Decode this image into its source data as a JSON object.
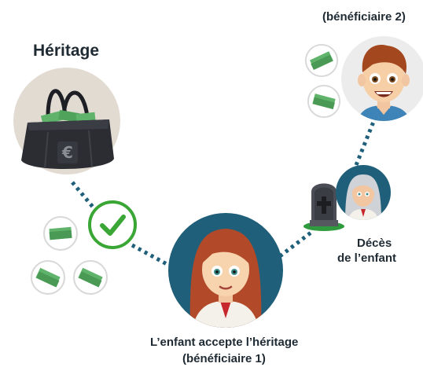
{
  "labels": {
    "heritage": "Héritage",
    "beneficiaire2": "(bénéficiaire 2)",
    "deces_line1": "Décès",
    "deces_line2": "de l’enfant",
    "accepte_line1": "L’enfant accepte l’héritage",
    "accepte_line2": "(bénéficiaire 1)"
  },
  "colors": {
    "dots": "#1f5f7a",
    "check": "#3aa635",
    "money": "#5fb36a",
    "bag": "#2b2d33",
    "child_bg": "#1f5f7a"
  },
  "icons": {
    "bag": "money-bag-euro-icon",
    "check": "check-icon",
    "money": "banknote-stack-icon",
    "tombstone": "tombstone-icon"
  }
}
